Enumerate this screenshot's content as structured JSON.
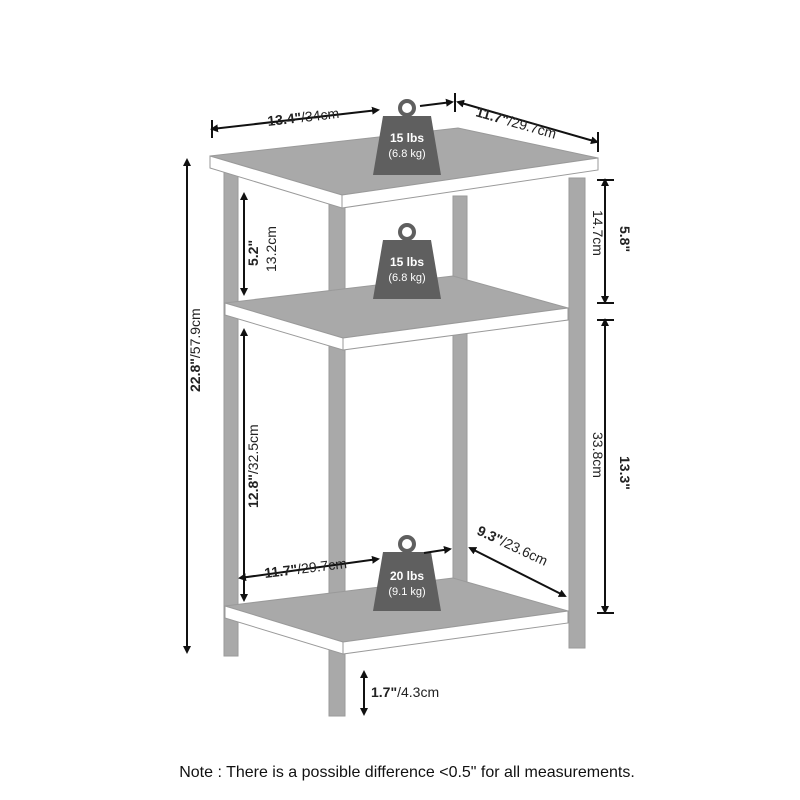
{
  "colors": {
    "frame": "#a9a9a9",
    "shelf_top": "#a9a9a9",
    "shelf_edge": "#ffffff",
    "outline": "#9a9a9a",
    "weight_icon": "#5f5f5f",
    "text": "#222222"
  },
  "dimensions": {
    "top_width": {
      "in": "13.4\"",
      "cm": "/34cm"
    },
    "top_depth": {
      "in": "11.7\"",
      "cm": "/29.7cm"
    },
    "top_gap_left": {
      "in": "5.2\"",
      "cm": "13.2cm"
    },
    "top_gap_right": {
      "in": "5.8\"",
      "cm": "14.7cm"
    },
    "total_height": {
      "in": "22.8\"",
      "cm": "/57.9cm"
    },
    "middle_gap_left": {
      "in": "12.8\"",
      "cm": "/32.5cm"
    },
    "middle_gap_right": {
      "in": "13.3\"",
      "cm": "33.8cm"
    },
    "bottom_width": {
      "in": "11.7\"",
      "cm": "/29.7cm"
    },
    "bottom_depth": {
      "in": "9.3\"",
      "cm": "/23.6cm"
    },
    "leg_clearance": {
      "in": "1.7\"",
      "cm": "/4.3cm"
    }
  },
  "weights": {
    "top": {
      "lbs": "15 lbs",
      "kg": "(6.8 kg)"
    },
    "middle": {
      "lbs": "15 lbs",
      "kg": "(6.8 kg)"
    },
    "bottom": {
      "lbs": "20 lbs",
      "kg": "(9.1 kg)"
    }
  },
  "note": "Note : There is a possible difference <0.5\" for all measurements."
}
